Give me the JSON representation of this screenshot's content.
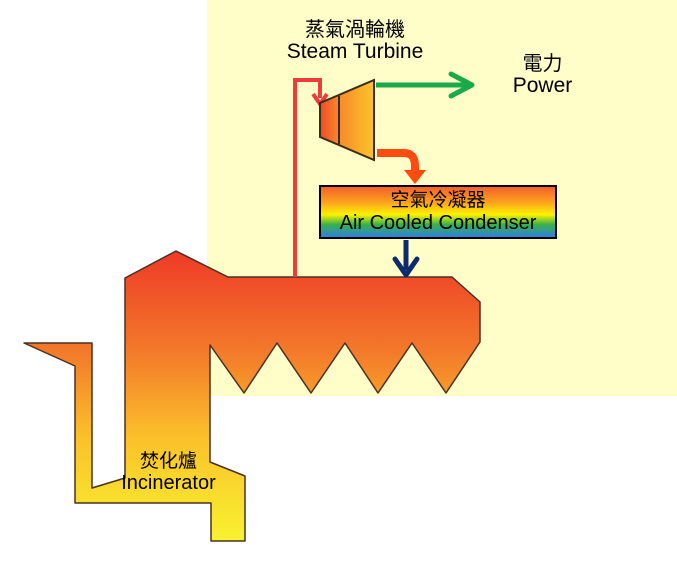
{
  "diagram": {
    "title": "Waste-to-Energy Incineration with Air Cooled Condenser",
    "colors": {
      "panel_background": "#fffdc8",
      "page_background": "#ffffff",
      "steam_line": "#ee3b3b",
      "power_arrow": "#1aaa4a",
      "exhaust_arrow": "#ff4a10",
      "condensate_arrow": "#0d2a6e",
      "furnace_top": "#ee4028",
      "furnace_bottom": "#f8ee30"
    },
    "components": {
      "turbine": {
        "label_zh": "蒸氣渦輪機",
        "label_en": "Steam Turbine"
      },
      "power": {
        "label_zh": "電力",
        "label_en": "Power"
      },
      "condenser": {
        "label_zh": "空氣冷凝器",
        "label_en": "Air Cooled Condenser"
      },
      "incinerator": {
        "label_zh": "焚化爐",
        "label_en": "Incinerator"
      }
    },
    "flows": [
      {
        "from": "incinerator",
        "to": "turbine",
        "medium": "steam"
      },
      {
        "from": "turbine",
        "to": "power",
        "medium": "electricity"
      },
      {
        "from": "turbine",
        "to": "condenser",
        "medium": "exhaust steam"
      },
      {
        "from": "condenser",
        "to": "incinerator",
        "medium": "condensate"
      }
    ]
  }
}
